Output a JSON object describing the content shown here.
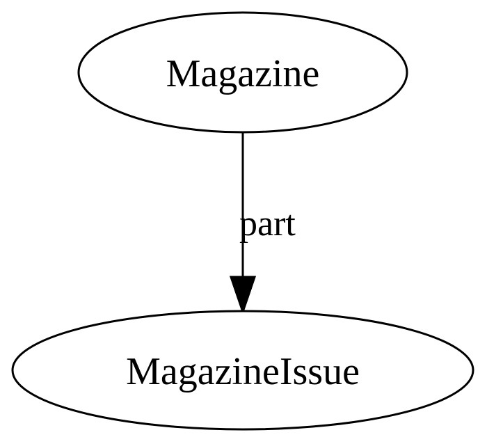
{
  "diagram": {
    "nodes": [
      {
        "id": "magazine",
        "label": "Magazine"
      },
      {
        "id": "magazine_issue",
        "label": "MagazineIssue"
      }
    ],
    "edges": [
      {
        "from": "magazine",
        "to": "magazine_issue",
        "label": "part"
      }
    ]
  }
}
